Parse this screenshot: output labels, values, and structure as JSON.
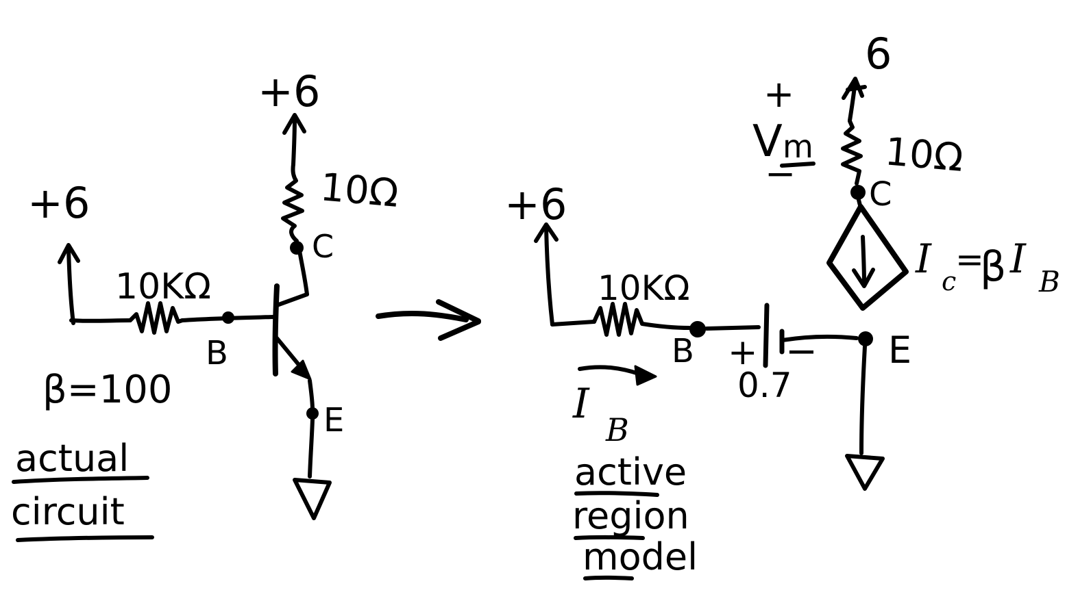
{
  "canvas": {
    "ink_color": "#000000",
    "background_color": "#ffffff"
  },
  "left": {
    "caption": {
      "line1": "actual",
      "line2": "circuit"
    },
    "beta": "β=100",
    "supply_base": "+6",
    "supply_collector": "+6",
    "resistor_base": "10KΩ",
    "resistor_collector": "10Ω",
    "node_b": "B",
    "node_c": "C",
    "node_e": "E"
  },
  "right": {
    "caption": {
      "line1": "active",
      "line2": "region",
      "line3": "model"
    },
    "supply_base": "+6",
    "supply_collector": "6",
    "resistor_base": "10KΩ",
    "resistor_collector": "10Ω",
    "node_b": "B",
    "node_c": "C",
    "node_e": "E",
    "battery": {
      "plus": "+",
      "minus": "−",
      "value": "0.7"
    },
    "vm": {
      "plus": "+",
      "symbol": "V",
      "subscript": "m",
      "minus": "−"
    },
    "ib": {
      "symbol": "I",
      "subscript": "B"
    },
    "dependent_source": {
      "symbol": "I",
      "subscript": "c",
      "equals": "=",
      "beta": "β",
      "symbol2": "I",
      "subscript2": "B"
    }
  }
}
